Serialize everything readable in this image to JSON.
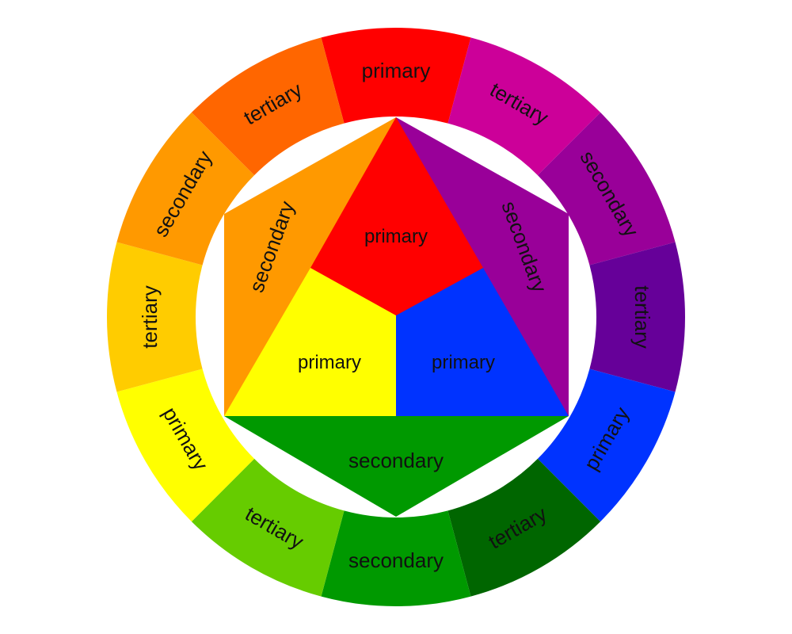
{
  "ring": [
    {
      "label": "primary",
      "color": "#ff0000"
    },
    {
      "label": "tertiary",
      "color": "#cc0099"
    },
    {
      "label": "secondary",
      "color": "#990099"
    },
    {
      "label": "tertiary",
      "color": "#660099"
    },
    {
      "label": "primary",
      "color": "#0033ff"
    },
    {
      "label": "tertiary",
      "color": "#006600"
    },
    {
      "label": "secondary",
      "color": "#009900"
    },
    {
      "label": "tertiary",
      "color": "#66cc00"
    },
    {
      "label": "primary",
      "color": "#ffff00"
    },
    {
      "label": "tertiary",
      "color": "#ffcc00"
    },
    {
      "label": "secondary",
      "color": "#ff9900"
    },
    {
      "label": "tertiary",
      "color": "#ff6600"
    }
  ],
  "inner": {
    "primary_red": {
      "label": "primary",
      "color": "#ff0000"
    },
    "primary_yellow": {
      "label": "primary",
      "color": "#ffff00"
    },
    "primary_blue": {
      "label": "primary",
      "color": "#0033ff"
    },
    "secondary_orange": {
      "label": "secondary",
      "color": "#ff9900"
    },
    "secondary_purple": {
      "label": "secondary",
      "color": "#990099"
    },
    "secondary_green": {
      "label": "secondary",
      "color": "#009900"
    }
  }
}
